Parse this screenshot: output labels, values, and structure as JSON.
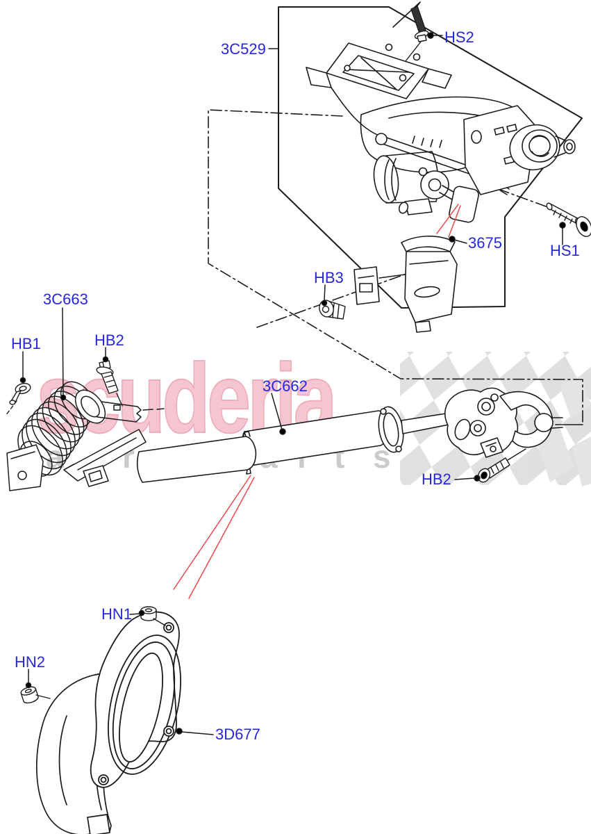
{
  "diagram": {
    "type": "exploded-parts-diagram",
    "subject": "Steering column and lower shaft",
    "part_labels": [
      {
        "code": "3C529"
      },
      {
        "code": "HS2"
      },
      {
        "code": "HS1"
      },
      {
        "code": "3675"
      },
      {
        "code": "HB3"
      },
      {
        "code": "3C663"
      },
      {
        "code": "HB1"
      },
      {
        "code": "HB2"
      },
      {
        "code": "3C662"
      },
      {
        "code": "HB2"
      },
      {
        "code": "HN1"
      },
      {
        "code": "HN2"
      },
      {
        "code": "3D677"
      }
    ],
    "watermark": {
      "brand": "scuderia",
      "tagline": "car parts",
      "visible_tagline_letters": [
        "a",
        "r",
        "p",
        "a",
        "r",
        "t",
        "s"
      ]
    },
    "colors": {
      "label_blue": "#2626dd",
      "line_black": "#1b1b1b",
      "pointer_red": "#f04848",
      "watermark_pink": "#f5c6cf",
      "watermark_pink_stroke": "#eeadbb",
      "tagline_gray": "#cbcbcb",
      "checker_gray": "#d8d8d8"
    }
  }
}
